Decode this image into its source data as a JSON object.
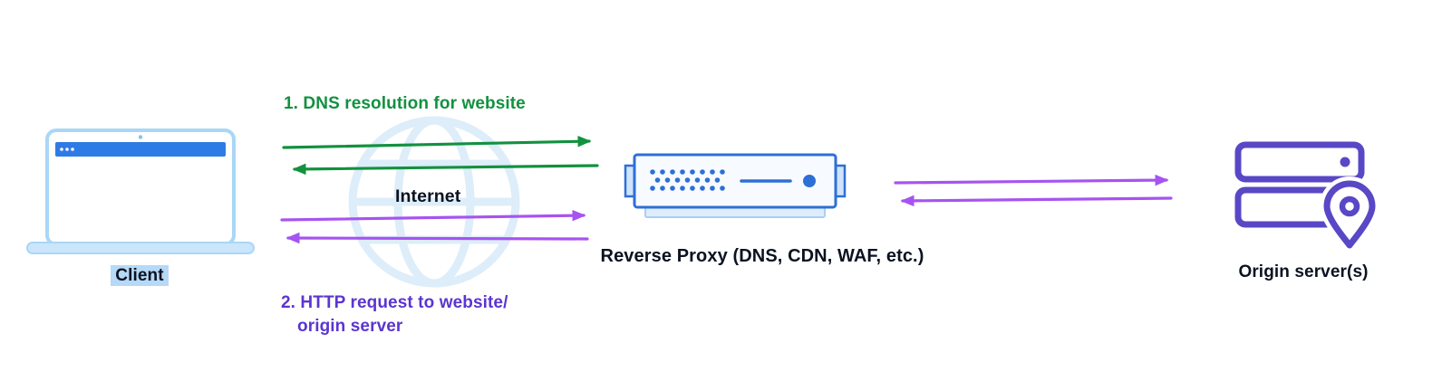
{
  "diagram": {
    "client_label": "Client",
    "internet_label": "Internet",
    "reverse_proxy_label": "Reverse Proxy (DNS, CDN, WAF, etc.)",
    "origin_label": "Origin server(s)",
    "step1_label": "1. DNS resolution for website",
    "step2_line1": "2. HTTP request to website/",
    "step2_line2": "origin server"
  },
  "icons": {
    "client": "laptop-icon",
    "internet": "globe-icon",
    "reverse_proxy": "network-appliance-icon",
    "origin": "server-stack-icon",
    "origin_pin": "location-pin-icon"
  },
  "colors": {
    "step1_green": "#12913F",
    "step2_purple_text": "#5B35D1",
    "arrow_purple": "#A653F2",
    "proxy_blue": "#2E6FD6",
    "laptop_bar_blue": "#2E7BE5",
    "laptop_outline_blue": "#A9D7F6",
    "origin_purple": "#5848C6",
    "client_highlight": "#B5D9F7",
    "globe_light_blue": "#DDEDF9",
    "label_dark": "#0B1220"
  }
}
